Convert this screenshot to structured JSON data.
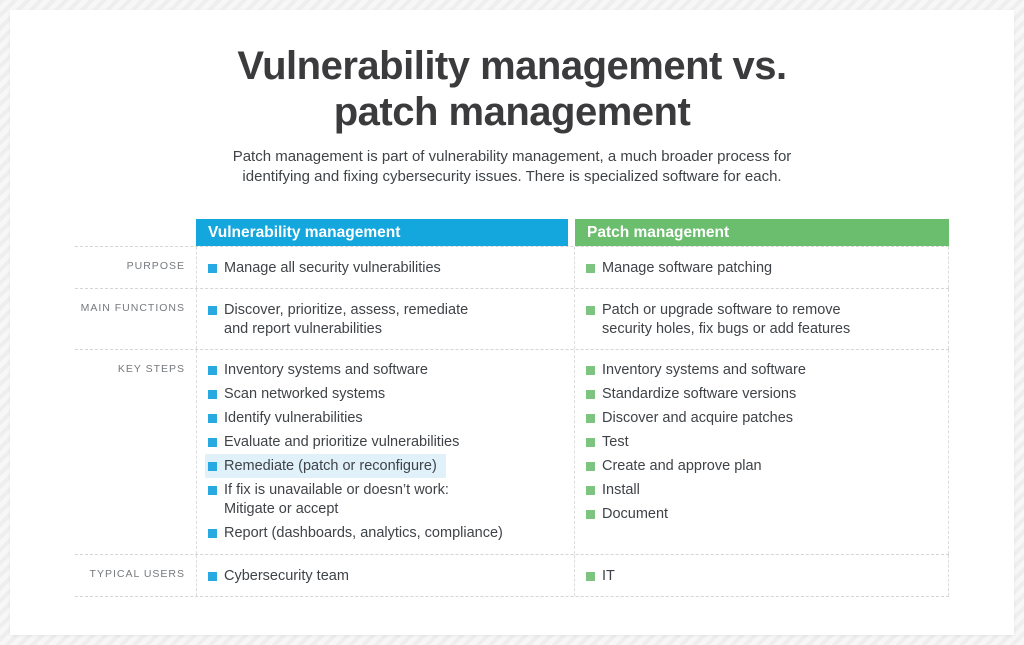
{
  "page": {
    "title_line1": "Vulnerability management vs.",
    "title_line2": "patch management",
    "subtitle_line1": "Patch management is part of vulnerability management, a much broader process for",
    "subtitle_line2": "identifying and fixing cybersecurity issues. There is specialized software for each."
  },
  "colors": {
    "vuln_header": "#14a7de",
    "patch_header": "#6bbe6e",
    "vuln_bullet": "#29a9e1",
    "patch_bullet": "#7cc47f",
    "highlight": "#e0f1fa"
  },
  "table": {
    "columns": [
      {
        "label": "Vulnerability management"
      },
      {
        "label": "Patch management"
      }
    ],
    "rows": [
      {
        "label": "PURPOSE",
        "vuln": [
          "Manage all security vulnerabilities"
        ],
        "patch": [
          "Manage software patching"
        ]
      },
      {
        "label": "MAIN FUNCTIONS",
        "vuln": [
          "Discover, prioritize, assess, remediate\nand report vulnerabilities"
        ],
        "patch": [
          "Patch or upgrade software to remove\nsecurity holes, fix bugs or add features"
        ]
      },
      {
        "label": "KEY STEPS",
        "vuln": [
          "Inventory systems and software",
          "Scan networked systems",
          "Identify vulnerabilities",
          "Evaluate and prioritize vulnerabilities",
          "Remediate (patch or reconfigure)",
          "If fix is unavailable or doesn’t work:\nMitigate or accept",
          "Report (dashboards, analytics, compliance)"
        ],
        "vuln_highlight_index": 4,
        "patch": [
          "Inventory systems and software",
          "Standardize software versions",
          "Discover and acquire patches",
          "Test",
          "Create and approve plan",
          "Install",
          "Document"
        ]
      },
      {
        "label": "TYPICAL USERS",
        "vuln": [
          "Cybersecurity team"
        ],
        "patch": [
          "IT"
        ]
      }
    ]
  }
}
